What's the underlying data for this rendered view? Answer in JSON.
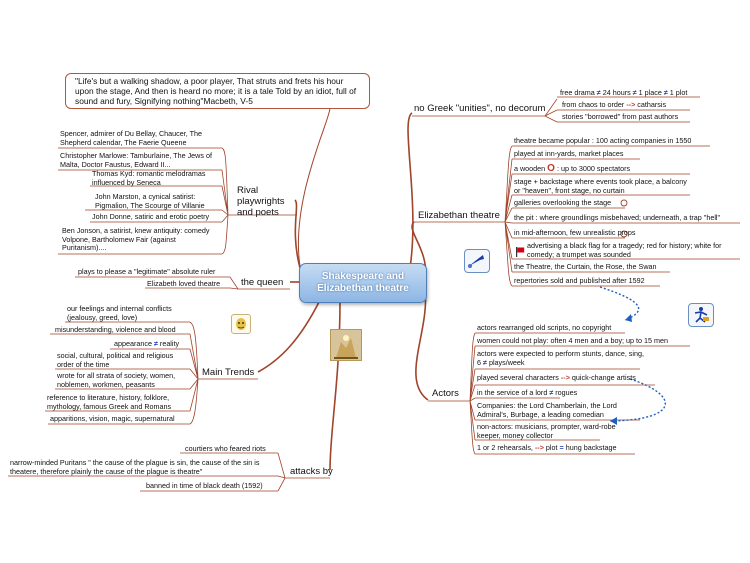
{
  "central": {
    "title": "Shakespeare and Elizabethan  theatre"
  },
  "quote": {
    "text": "\"Life's but a walking shadow, a poor player, That struts and frets his hour upon the stage, And then is heard no more; it is a tale Told by an idiot, full of sound and fury, Signifying nothing\"Macbeth, V-5"
  },
  "no_greek": {
    "title": "no Greek \"unities\", no decorum",
    "items": [
      {
        "a": "free drama ",
        "s1": "≠",
        "b": " 24 hours ",
        "s2": "≠",
        "c": " 1 place ",
        "s3": "≠",
        "d": " 1 plot"
      },
      {
        "a": "from chaos to order ",
        "arrow": "-->",
        "b": " catharsis"
      },
      {
        "a": "stories  \"borrowed\" from past authors"
      }
    ]
  },
  "elizabethan": {
    "title": "Elizabethan theatre",
    "items": [
      "theatre became popular : 100 acting companies in 1550",
      "played at inn-yards, market places",
      "a wooden",
      ": up to 3000 spectators",
      "stage + backstage where events took place, a balcony or \"heaven\", front stage, no curtain",
      "galleries overlooking the stage",
      "the pit : where groundlings  misbehaved; underneath, a trap \"hell\"",
      "in mid-afternoon, few unrealistic props",
      "advertising a black flag for a tragedy; red for history; white for comedy; a trumpet was sounded",
      "the Theatre, the Curtain, the Rose, the Swan",
      "repertories sold and published after 1592"
    ],
    "wooden_symbol": "O"
  },
  "actors": {
    "title": "Actors",
    "items": [
      "actors rearranged old scripts, no copyright",
      "women could not play: often 4 men and a boy; up to 15 men",
      "actors were expected to perform stunts, dance, sing, 6",
      "plays/week",
      "played several characters",
      "quick-change artists",
      "in the service of a lord",
      "rogues",
      "Companies: the Lord Chamberlain, the Lord Admiral's, Burbage, a leading comedian",
      "non-actors: musicians, prompter, ward-robe keeper, money collector",
      "1 or 2 rehearsals,",
      "plot",
      "hung backstage"
    ],
    "neq": "≠",
    "arrow": "-->",
    "eq": "="
  },
  "rival": {
    "title": "Rival playwrights and poets",
    "items": [
      "Spencer, admirer of Du Bellay, Chaucer, The Shepherd calendar, The Faerie Queene",
      "Christopher Marlowe: Tamburlaine, The Jews of Malta, Doctor Faustus, Edward II...",
      "Thomas Kyd: romantic melodramas influenced by Seneca",
      "John Marston, a cynical satirist: Pigmalion, The Scourge of Villanie",
      "John Donne, satiric and erotic poetry",
      "Ben Jonson, a satirist, knew antiquity: comedy Volpone, Bartholomew Fair (against Puritanism)...."
    ]
  },
  "queen": {
    "title": "the queen",
    "items": [
      "plays to please a \"legitimate\" absolute ruler",
      "Elizabeth loved theatre"
    ]
  },
  "trends": {
    "title": "Main Trends",
    "items": [
      "our feelings and internal conflicts (jealousy, greed, love)",
      "misunderstanding, violence and blood",
      "appearance",
      "reality",
      "social, cultural, political and religious order of the time",
      "wrote for all strata of society, women, noblemen, workmen, peasants",
      "reference to literature, history, folklore, mythology,  famous Greek and Romans",
      "apparitions, vision, magic, supernatural"
    ],
    "neq": "≠"
  },
  "attacks": {
    "title": "attacks by",
    "items": [
      "courtiers who feared riots",
      "narrow-minded Puritans \" the cause of the plague is sin, the cause of the sin is theatere, therefore plainly the cause of the plague is theatre\"",
      "banned in time of black death (1592)"
    ]
  },
  "colors": {
    "branch": "#a0442a",
    "accent": "#c0392b",
    "central": "#8db6e4",
    "dotted": "#1f5fbf"
  }
}
